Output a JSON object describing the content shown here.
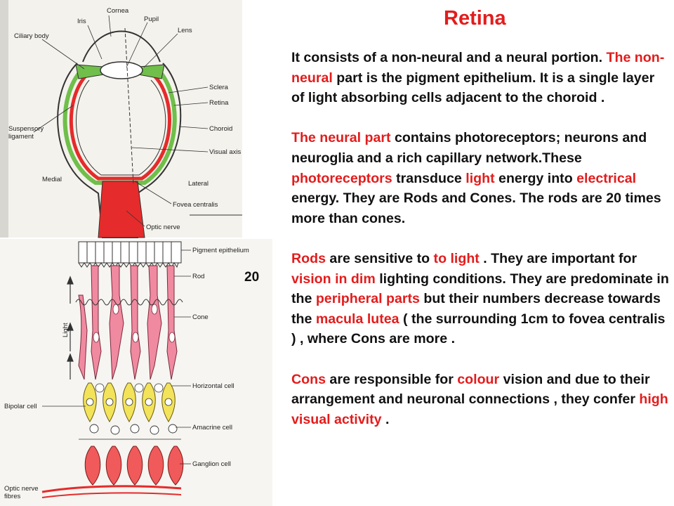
{
  "title": "Retina",
  "page_number": "20",
  "figure_labels": {
    "cornea": "Cornea",
    "pupil": "Pupil",
    "iris": "Iris",
    "lens": "Lens",
    "ciliary_body": "Ciliary body",
    "sclera": "Sclera",
    "retina": "Retina",
    "choroid": "Choroid",
    "suspensory_1": "Suspensory",
    "suspensory_2": "ligament",
    "visual_axis": "Visual axis",
    "medial": "Medial",
    "lateral": "Lateral",
    "fovea_centralis": "Fovea centralis",
    "optic_nerve": "Optic nerve",
    "pigment_epithelium": "Pigment epithelium",
    "rod": "Rod",
    "cone": "Cone",
    "light": "Light",
    "horizontal_cell": "Horizontal cell",
    "bipolar_cell": "Bipolar cell",
    "amacrine_cell": "Amacrine cell",
    "ganglion_cell": "Ganglion cell",
    "optic_nerve_fibres_1": "Optic nerve",
    "optic_nerve_fibres_2": "fibres"
  },
  "paragraphs": [
    {
      "segments": [
        {
          "t": "It consists of a non-neural and a neural portion. ",
          "red": false
        },
        {
          "t": "The non-neural",
          "red": true
        },
        {
          "t": " part is the pigment epithelium. It is a single layer of light absorbing cells adjacent to the choroid .",
          "red": false
        }
      ]
    },
    {
      "segments": [
        {
          "t": "The neural part",
          "red": true
        },
        {
          "t": " contains photoreceptors; neurons and neuroglia and a rich capillary network.These ",
          "red": false
        },
        {
          "t": "photoreceptors",
          "red": true
        },
        {
          "t": " transduce ",
          "red": false
        },
        {
          "t": "light",
          "red": true
        },
        {
          "t": " energy into ",
          "red": false
        },
        {
          "t": "electrical",
          "red": true
        },
        {
          "t": " energy. They are Rods and Cones. The rods are 20 times more than cones.",
          "red": false
        }
      ]
    },
    {
      "segments": [
        {
          "t": "Rods",
          "red": true
        },
        {
          "t": " are sensitive to ",
          "red": false
        },
        {
          "t": "to light",
          "red": true
        },
        {
          "t": " .  They are important for ",
          "red": false
        },
        {
          "t": "vision in dim",
          "red": true
        },
        {
          "t": " lighting conditions. They are predominate in the ",
          "red": false
        },
        {
          "t": "peripheral parts",
          "red": true
        },
        {
          "t": " but their numbers decrease towards the ",
          "red": false
        },
        {
          "t": "macula lutea",
          "red": true
        },
        {
          "t": " ( the surrounding 1cm to fovea centralis ) , where Cons are more .",
          "red": false
        }
      ]
    },
    {
      "segments": [
        {
          "t": "Cons",
          "red": true
        },
        {
          "t": " are responsible for ",
          "red": false
        },
        {
          "t": "colour",
          "red": true
        },
        {
          "t": " vision and due to their arrangement and neuronal connections , they confer ",
          "red": false
        },
        {
          "t": "high visual activity",
          "red": true
        },
        {
          "t": " .",
          "red": false
        }
      ]
    }
  ]
}
